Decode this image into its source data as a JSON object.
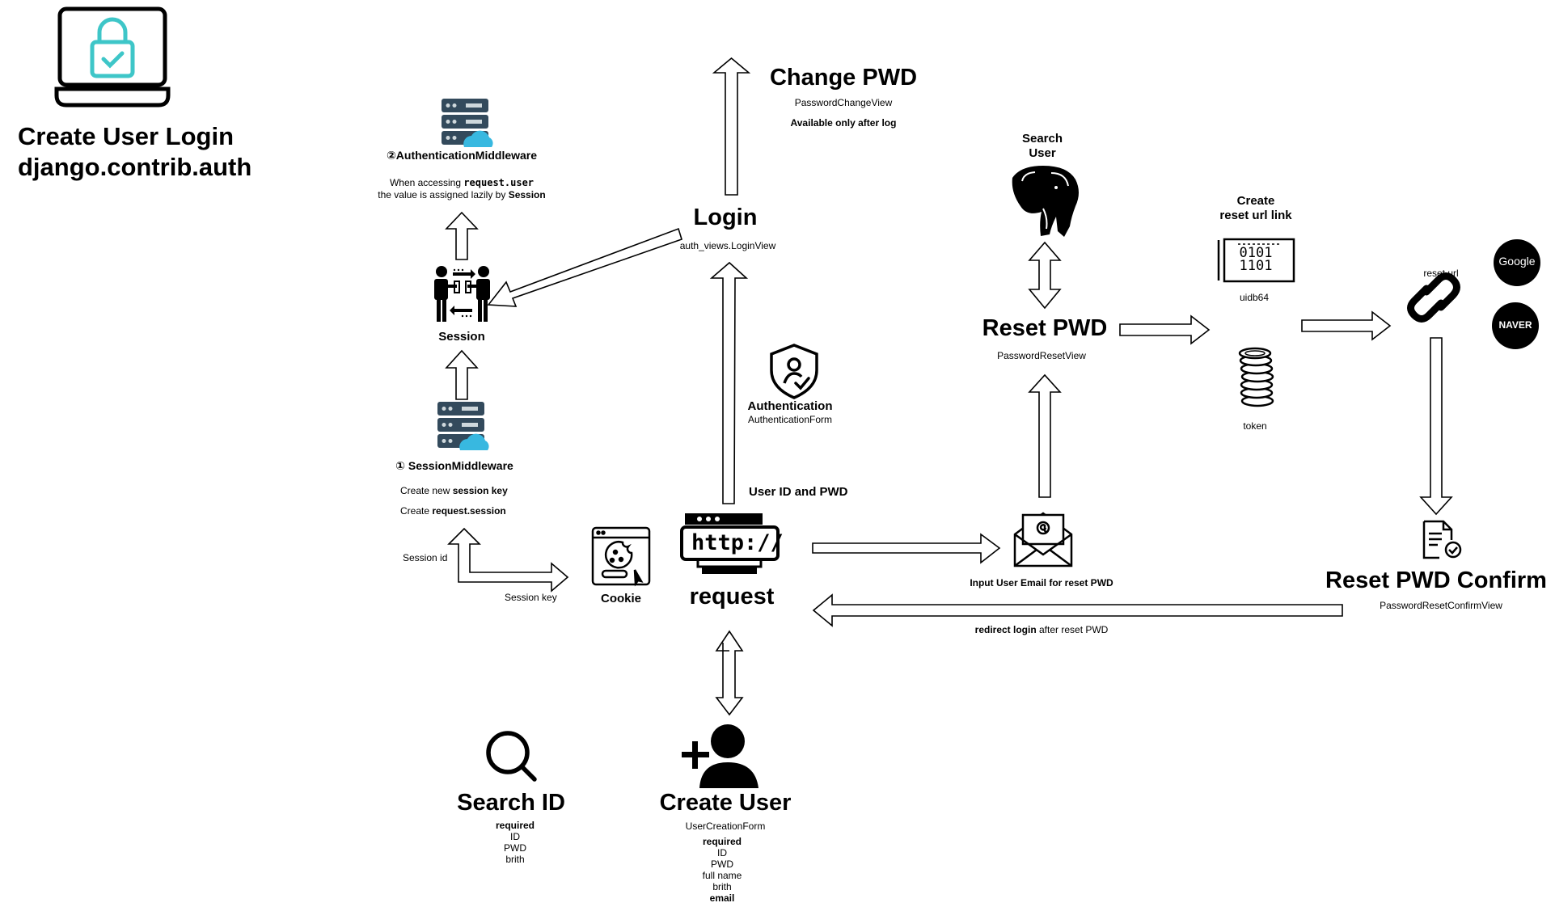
{
  "title": {
    "line1": "Create User Login",
    "line2": "django.contrib.auth"
  },
  "change_pwd": {
    "title": "Change PWD",
    "view": "PasswordChangeView",
    "note": "Available only after log"
  },
  "login": {
    "title": "Login",
    "view": "auth_views.LoginView"
  },
  "auth_middleware": {
    "label": "②AuthenticationMiddleware",
    "desc_prefix": "When accessing ",
    "desc_code": "request.user",
    "desc2_prefix": "the value is assigned lazily by ",
    "desc2_bold": "Session"
  },
  "session": {
    "label": "Session"
  },
  "session_middleware": {
    "label": "① SessionMiddleware",
    "line1_prefix": "Create new ",
    "line1_bold": "session key",
    "line2_prefix": "Create ",
    "line2_bold": "request.session"
  },
  "session_id": "Session id",
  "session_key": "Session key",
  "cookie": {
    "label": "Cookie"
  },
  "authentication": {
    "label": "Authentication",
    "form": "AuthenticationForm"
  },
  "user_id_pwd": "User ID and PWD",
  "request": {
    "label": "request",
    "icon_text": "http://"
  },
  "search_user": {
    "line1": "Search",
    "line2": "User"
  },
  "reset_pwd": {
    "title": "Reset PWD",
    "view": "PasswordResetView"
  },
  "create_reset_url": {
    "line1": "Create",
    "line2": "reset url link"
  },
  "uidb64": {
    "label": "uidb64",
    "bin1": "0101",
    "bin2": "1101"
  },
  "token": {
    "label": "token"
  },
  "reset_url": {
    "label": "reset url"
  },
  "providers": {
    "google": "Google",
    "naver": "NAVER"
  },
  "input_email": {
    "label": "Input User Email for reset PWD"
  },
  "reset_confirm": {
    "title": "Reset PWD Confirm",
    "view": "PasswordResetConfirmView"
  },
  "redirect": {
    "bold": "redirect login",
    "rest": " after reset PWD"
  },
  "search_id": {
    "title": "Search ID",
    "required": "required",
    "fields": [
      "ID",
      "PWD",
      "brith"
    ]
  },
  "create_user": {
    "title": "Create User",
    "form": "UserCreationForm",
    "required": "required",
    "fields": [
      "ID",
      "PWD",
      "full name",
      "brith"
    ],
    "last_field": "email"
  },
  "colors": {
    "accent": "#3ec6c8",
    "stroke": "#000000",
    "server": "#334a5c",
    "cloud": "#38b8e0"
  }
}
